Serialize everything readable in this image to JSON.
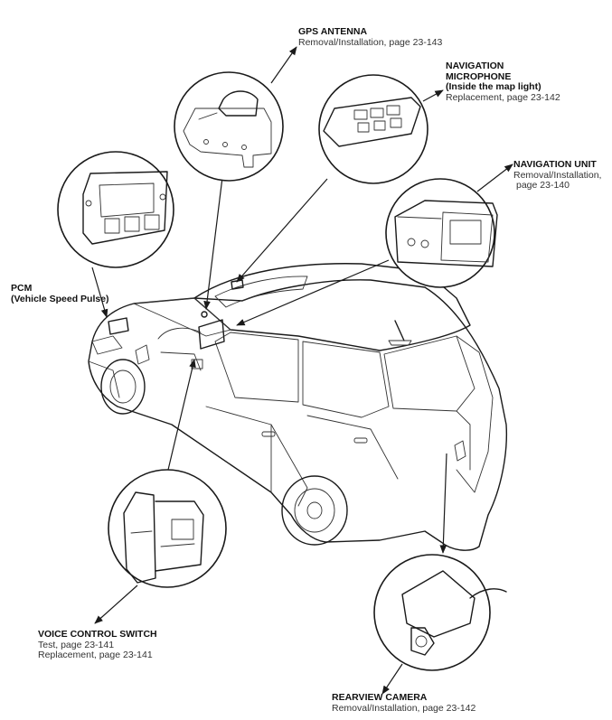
{
  "callouts": {
    "gps_antenna": {
      "title": "GPS ANTENNA",
      "lines": [
        "Removal/Installation, page 23-143"
      ]
    },
    "navigation_microphone": {
      "title": "NAVIGATION",
      "title2": "MICROPHONE",
      "title3": "(Inside the map light)",
      "lines": [
        "Replacement, page 23-142"
      ]
    },
    "navigation_unit": {
      "title": "NAVIGATION UNIT",
      "lines": [
        "Removal/Installation,",
        "page 23-140"
      ]
    },
    "pcm": {
      "title": "PCM",
      "title2": "(Vehicle Speed Pulse)"
    },
    "voice_control_switch": {
      "title": "VOICE CONTROL SWITCH",
      "lines": [
        "Test, page 23-141",
        "Replacement, page 23-141"
      ]
    },
    "rearview_camera": {
      "title": "REARVIEW CAMERA",
      "lines": [
        "Removal/Installation, page 23-142"
      ]
    }
  }
}
